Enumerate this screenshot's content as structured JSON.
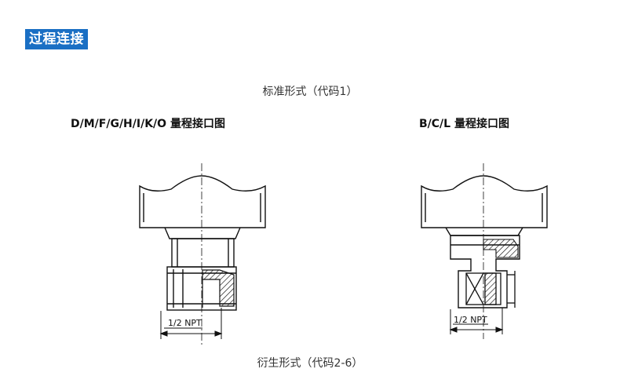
{
  "header": {
    "section_title": "过程连接"
  },
  "captions": {
    "standard": "标准形式（代码1）",
    "derived": "衍生形式（代码2-6）"
  },
  "diagrams": {
    "left": {
      "title": "D/M/F/G/H/I/K/O 量程接口图",
      "thread_label": "1/2 NPT"
    },
    "right": {
      "title": "B/C/L 量程接口图",
      "thread_label": "1/2 NPT"
    }
  },
  "colors": {
    "tag_background": "#1a6fc4",
    "line": "#111111"
  }
}
